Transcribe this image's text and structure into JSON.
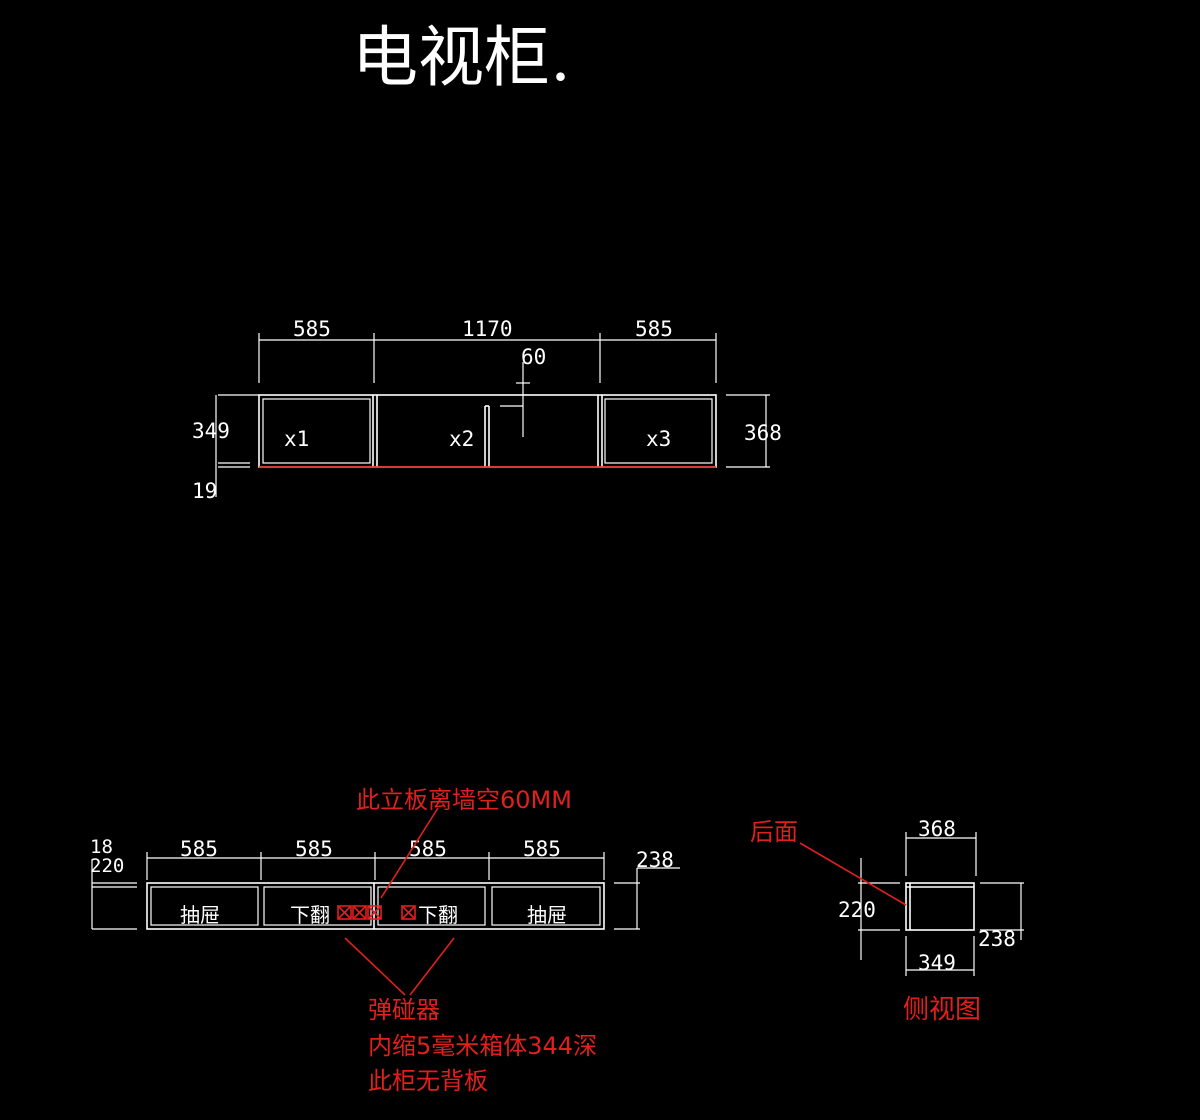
{
  "title": "电视柜.",
  "front_view": {
    "dims_top": [
      "585",
      "1170",
      "585"
    ],
    "dim_gap": "60",
    "dim_left_height": "349",
    "dim_left_base": "19",
    "dim_right_height": "368",
    "compartments": [
      "x1",
      "x2",
      "x3"
    ]
  },
  "plan_view": {
    "dims_top": [
      "585",
      "585",
      "585",
      "585"
    ],
    "dim_left_top": "18",
    "dim_left_height": "220",
    "dim_right_height": "238",
    "labels": [
      "抽屉",
      "下翻",
      "下翻",
      "抽屉"
    ],
    "note_top": "此立板离墙空60MM",
    "note_bottom_1": "弹碰器",
    "note_bottom_2": "内缩5毫米箱体344深",
    "note_bottom_3": "此柜无背板"
  },
  "side_view": {
    "label_back": "后面",
    "dim_top": "368",
    "dim_left": "220",
    "dim_right": "238",
    "dim_bottom": "349",
    "caption": "侧视图"
  },
  "colors": {
    "background": "#000000",
    "line": "#ffffff",
    "annotation": "#e0201c"
  }
}
